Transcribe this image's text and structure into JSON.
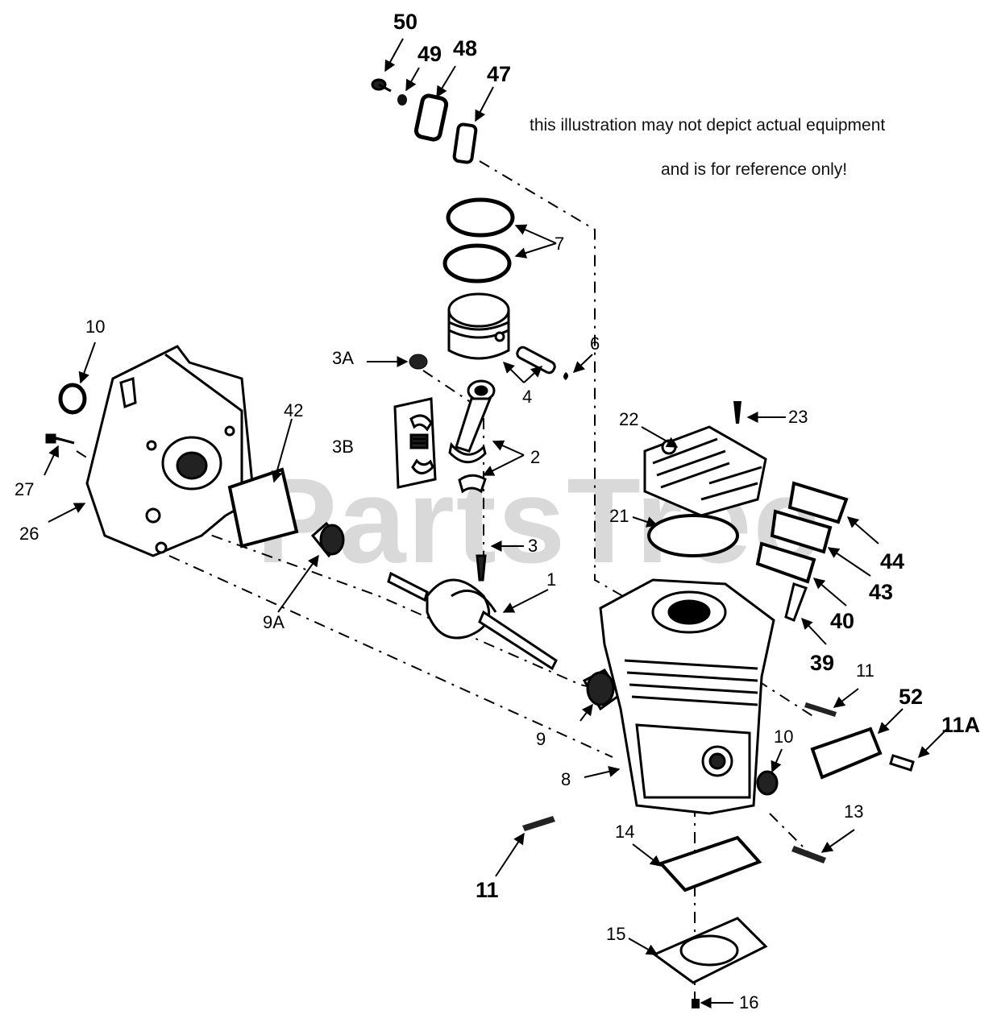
{
  "watermark": "PartsTree",
  "disclaimer": {
    "line1": "this illustration may not depict actual equipment",
    "line2": "and is for reference only!"
  },
  "callouts": {
    "c50": "50",
    "c49": "49",
    "c48": "48",
    "c47": "47",
    "c7": "7",
    "c6": "6",
    "c4": "4",
    "c3A": "3A",
    "c3B": "3B",
    "c2": "2",
    "c3": "3",
    "c10a": "10",
    "c27": "27",
    "c26": "26",
    "c42": "42",
    "c9A": "9A",
    "c1": "1",
    "c22": "22",
    "c23": "23",
    "c21": "21",
    "c44": "44",
    "c43": "43",
    "c40": "40",
    "c39": "39",
    "c11a": "11",
    "c52": "52",
    "c11A": "11A",
    "c9": "9",
    "c8": "8",
    "c10b": "10",
    "c13": "13",
    "c14": "14",
    "c11b": "11",
    "c15": "15",
    "c16": "16"
  },
  "colors": {
    "ink": "#000000",
    "background": "#ffffff",
    "watermark": "#d9d9d9"
  }
}
